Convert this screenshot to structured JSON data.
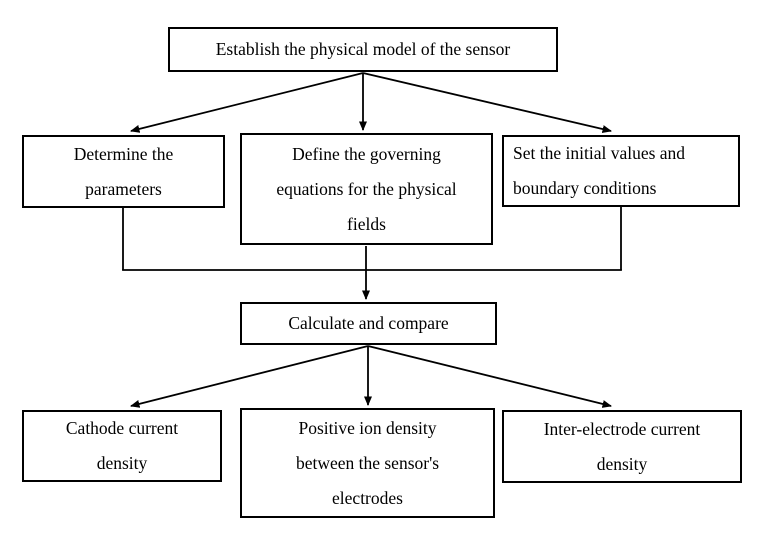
{
  "diagram": {
    "background_color": "#ffffff",
    "line_color": "#000000",
    "text_color": "#000000",
    "nodes": {
      "establish": {
        "label": "Establish the physical model of the sensor"
      },
      "parameters": {
        "label": "Determine the\nparameters"
      },
      "equations": {
        "label": "Define the governing\nequations for the physical\nfields"
      },
      "initial": {
        "label": "Set the initial values and\nboundary conditions"
      },
      "calculate": {
        "label": "Calculate and compare"
      },
      "cathode": {
        "label": "Cathode current\ndensity"
      },
      "ion": {
        "label": "Positive ion density\nbetween the sensor's\nelectrodes"
      },
      "inter": {
        "label": "Inter-electrode current\ndensity"
      }
    },
    "edges": [
      {
        "from": "establish",
        "to": "parameters"
      },
      {
        "from": "establish",
        "to": "equations"
      },
      {
        "from": "establish",
        "to": "initial"
      },
      {
        "from": "parameters",
        "to": "calculate"
      },
      {
        "from": "equations",
        "to": "calculate"
      },
      {
        "from": "initial",
        "to": "calculate"
      },
      {
        "from": "calculate",
        "to": "cathode"
      },
      {
        "from": "calculate",
        "to": "ion"
      },
      {
        "from": "calculate",
        "to": "inter"
      }
    ]
  }
}
